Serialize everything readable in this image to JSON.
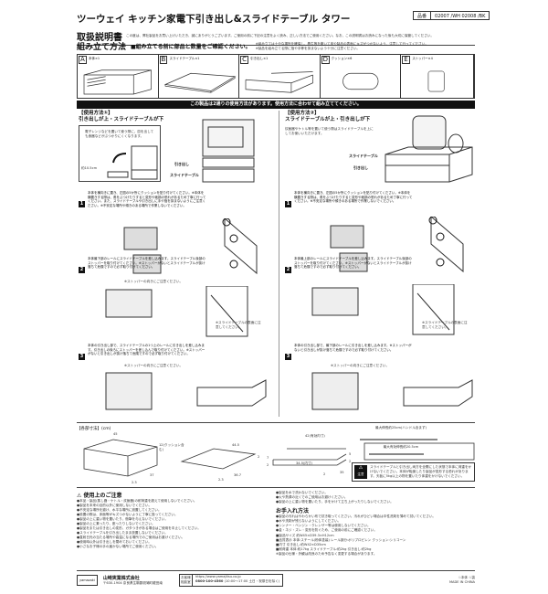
{
  "header": {
    "title": "ツーウェイ キッチン家電下引き出し&スライドテーブル タワー",
    "part_label": "品番",
    "part_number": "02007 /WH 02008 /BK",
    "manual": "取扱説明書",
    "intro": "この度は、弊社製品をお買い上げいただき、誠にありがとうございます。ご使用の前に下記の注意をよく読み、正しい方法でご使用ください。なお、この説明書はお読みになった後も大切に保管してください。"
  },
  "assembly": {
    "heading": "組み立て方法",
    "lead": "■組み立てる前に部品と数量をご確認ください。",
    "note1": "※組み立ては十分な場所を確保し、養生等を敷いて床や製品の表面にキズがつかないよう、注意して行ってください。",
    "note2": "※製品を組み立てる際に指や手等を挟まないよう十分に注意ください。",
    "parts": [
      {
        "letter": "A",
        "label": "本体×1"
      },
      {
        "letter": "B",
        "label": "スライドテーブル×1"
      },
      {
        "letter": "C",
        "label": "引き出し×1"
      },
      {
        "letter": "D",
        "label": "クッション×6"
      },
      {
        "letter": "E",
        "label": "ストッパー×4"
      }
    ],
    "banner": "この製品は2通りの使用方法があります。使用方法に合わせて組み立ててください。"
  },
  "method1": {
    "tag": "【使用方法①】",
    "title": "引き出しが上・スライドテーブルが下",
    "desc": "電子レンジなどを置いて使う際に、皿を出しても食器などがぶつかりにくくなります。",
    "height": "約10.5cm",
    "label_drawer": "引き出し",
    "label_table": "スライドテーブル",
    "step1": "本体を横向きに置き、左図の5か所にクッションを貼り付けてください。※本体を横置きする際は、角をぶつけたりすると変形や破損の恐れがあるため丁寧に行ってください。また、スライドテーブルや引き出しに手や指を挟まないようにご注意ください。※不安定な場所や傾きのある場所で作業しないでください。",
    "step2": "本体最下部のレールにスライドテーブルを差し込みます。スライドテーブル後部のストッパーを取り付けてください。※ストッパーがないとスライドテーブルが抜け落ちて危険ですので必ず取り付けてください。",
    "step2_note": "※スライドテーブルの表面に注意してください。",
    "step2_hint": "※ストッパーの向きにご注意ください。",
    "step3": "本体の引き出し部で、スライドテーブルの1つ上のレールに引き出しを差し込みます。引き出しの後ろにストッパーを差し込んで取り付けてください。※ストッパーがないと引き出しが抜け落ちて危険ですので必ず取り付けてください。",
    "step3_hint": "※ストッパーの向きにご注意ください。"
  },
  "method2": {
    "tag": "【使用方法②】",
    "title": "スライドテーブルが上・引き出しが下",
    "desc": "炊飯器やケトル等を置いて使う際はスライドテーブルを上にしてお使いいただけます。",
    "label_table": "スライドテーブル",
    "label_drawer": "引き出し",
    "step1": "本体を横向きに置き、左図の5か所にクッションを貼り付けてください。※本体を横置きする際は、角をぶつけたりすると変形や破損の恐れがあるため丁寧に行ってください。※不安定な場所や傾きのある場所で作業しないでください。",
    "step2": "本体最上部のレールにスライドテーブルを差し込みます。スライドテーブル後部のストッパーを取り付けてください。※ストッパーがないとスライドテーブルが抜け落ちて危険ですので必ず取り付けてください。",
    "step2_note": "※スライドテーブルの表面に注意してください。",
    "step3": "本体の引き出し部で、最下部のレールに引き出しを差し込みます。※ストッパーがないと引き出しが抜け落ちて危険ですので必ず取り付けてください。",
    "step3_hint": "※ストッパーの向きにご注意ください。"
  },
  "dimensions": {
    "heading": "【各部寸法】(cm)",
    "a": [
      "45",
      "12(クッション含む)",
      "37",
      "2.3"
    ],
    "b": [
      "44.5",
      "2",
      "36.7",
      "2.3"
    ],
    "c": [
      "42(有効内寸)",
      "34.5(内寸)",
      "7",
      "2",
      "5",
      "2",
      "35",
      "2"
    ],
    "slide_max": "最大伸長約25cm(ハンドル含まず)",
    "slide_eff": "最大有効伸長約20.5cm",
    "warning_label": "注意",
    "warning": "スライドテーブルと引き出し両方を全開にした状態で本体に荷重をかけないでください。本体が転倒したり製品が変形する恐れがあります。天板に5kg以上の物を置いたり体重をかけないでください。"
  },
  "caution": {
    "heading": "使用上のご注意",
    "left": [
      "●本品・製品(蒸し器・ケトル・炊飯器)の耐荷重を超えて使用しないでください。",
      "●製品を本来の目的以外に使用しないでください。",
      "●不安定な場所を避け、水平な場所に設置してください。",
      "●設置の際は、床面等がキズつかないように丁寧に扱ってください。",
      "●製品の上に重い物を置いたり、衝撃を与えないでください。",
      "●製品の上に乗ったり、座ったりしないでください。",
      "●製品をまたは引き出しの変形、ガタつきがある場合はご使用を中止してください。",
      "●スライドテーブルを引き出したまま放置しないでください。",
      "●直射日光の当たる場所や高温になる場所でのご使用はお避けください。",
      "●使用時以外は引き出しを閉めておいてください。",
      "●小さなお子様の手の届かない場所でご使用ください。"
    ],
    "right": [
      "●製品を水で洗わないでください。",
      "●火や熱源の近くでのご使用はお避けください。",
      "●製品の上に重い物を置いたり、手をかけて立ち上がったりしないでください。"
    ],
    "care_heading": "お手入れ方法",
    "care": [
      "●製品の汚れはやわらかい布で拭き取ってください。汚れがひどい場合は中性洗剤を薄めて拭いてください。",
      "●水や洗剤が残らないようにしてください。",
      "●シンナー・ベンジン・クレンザー等は使用しないでください。",
      "●金・ネジ・ズレ・変形を防ぐため、ご使用の前にご確認ください。"
    ],
    "specs": [
      "■製品サイズ 約W45×D39.3×H12cm",
      "■品質表示 本体:スチール(粉体塗装) レール部分:ポリプロピレン クッション:シリコーン",
      "■内寸 引き出し:約W42×D35cm",
      "■耐荷重 本体:約17kg スライドテーブル:約2kg 引き出し:約2kg"
    ],
    "spec_note": "※製品の仕様・外観は改良のため予告なく変更する場合があります。"
  },
  "footer": {
    "brand": "yamazaki",
    "company": "山崎実業株式会社",
    "address": "〒630-1904 奈良県生駒郡斑鳩町龍田南",
    "contact_label": "お客様相談室",
    "url": "https://www.yamajitsu.co.jp",
    "phone": "0800-100-4560",
    "hours": "(10:00〜17:00 土日・祝祭日を除く)",
    "origin": "MADE IN CHINA",
    "recycle1": "本体",
    "recycle2": "袋"
  }
}
